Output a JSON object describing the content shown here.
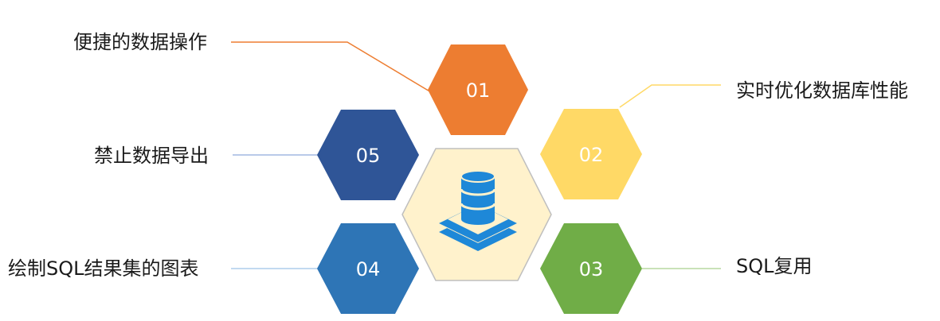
{
  "features": [
    {
      "number": "01",
      "label": "便捷的数据操作",
      "color": "#ED7D31",
      "line_color": "#ED7D31"
    },
    {
      "number": "02",
      "label": "实时优化数据库性能",
      "color": "#FFD966",
      "line_color": "#FFD966"
    },
    {
      "number": "03",
      "label": "SQL复用",
      "color": "#70AD47",
      "line_color": "#A9D18E"
    },
    {
      "number": "04",
      "label": "绘制SQL结果集的图表",
      "color": "#2E75B6",
      "line_color": "#9DC3E6"
    },
    {
      "number": "05",
      "label": "禁止数据导出",
      "color": "#2F5597",
      "line_color": "#8FAADC"
    }
  ],
  "center": {
    "icon": "database-icon",
    "fill": "#FFF2CC",
    "stroke": "#BFBFBF",
    "icon_color": "#1E88D8"
  }
}
